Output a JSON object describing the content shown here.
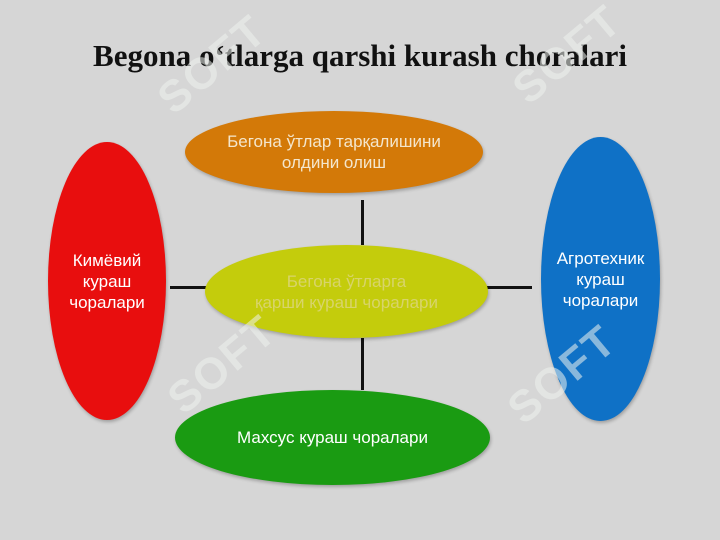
{
  "title": "Begona o‘tlarga qarshi kurash choralari",
  "nodes": {
    "top": {
      "text": "Бегона ўтлар тарқалишини\nолдини олиш",
      "color": "#d37908",
      "text_color": "#f4e6cc"
    },
    "center": {
      "text": "Бегона ўтларга\nқарши кураш чоралари",
      "color": "#c4cc0c",
      "text_color": "#d8d46a"
    },
    "left": {
      "text": "Кимёвий\nкураш\nчоралари",
      "color": "#e80e0e",
      "text_color": "#ffffff"
    },
    "right": {
      "text": "Агротехник\nкураш\nчоралари",
      "color": "#0f71c6",
      "text_color": "#ffffff"
    },
    "bottom": {
      "text": "Махсус кураш чоралари",
      "color": "#1a9b12",
      "text_color": "#ffffff"
    }
  },
  "watermark": {
    "text": "SOFT"
  }
}
